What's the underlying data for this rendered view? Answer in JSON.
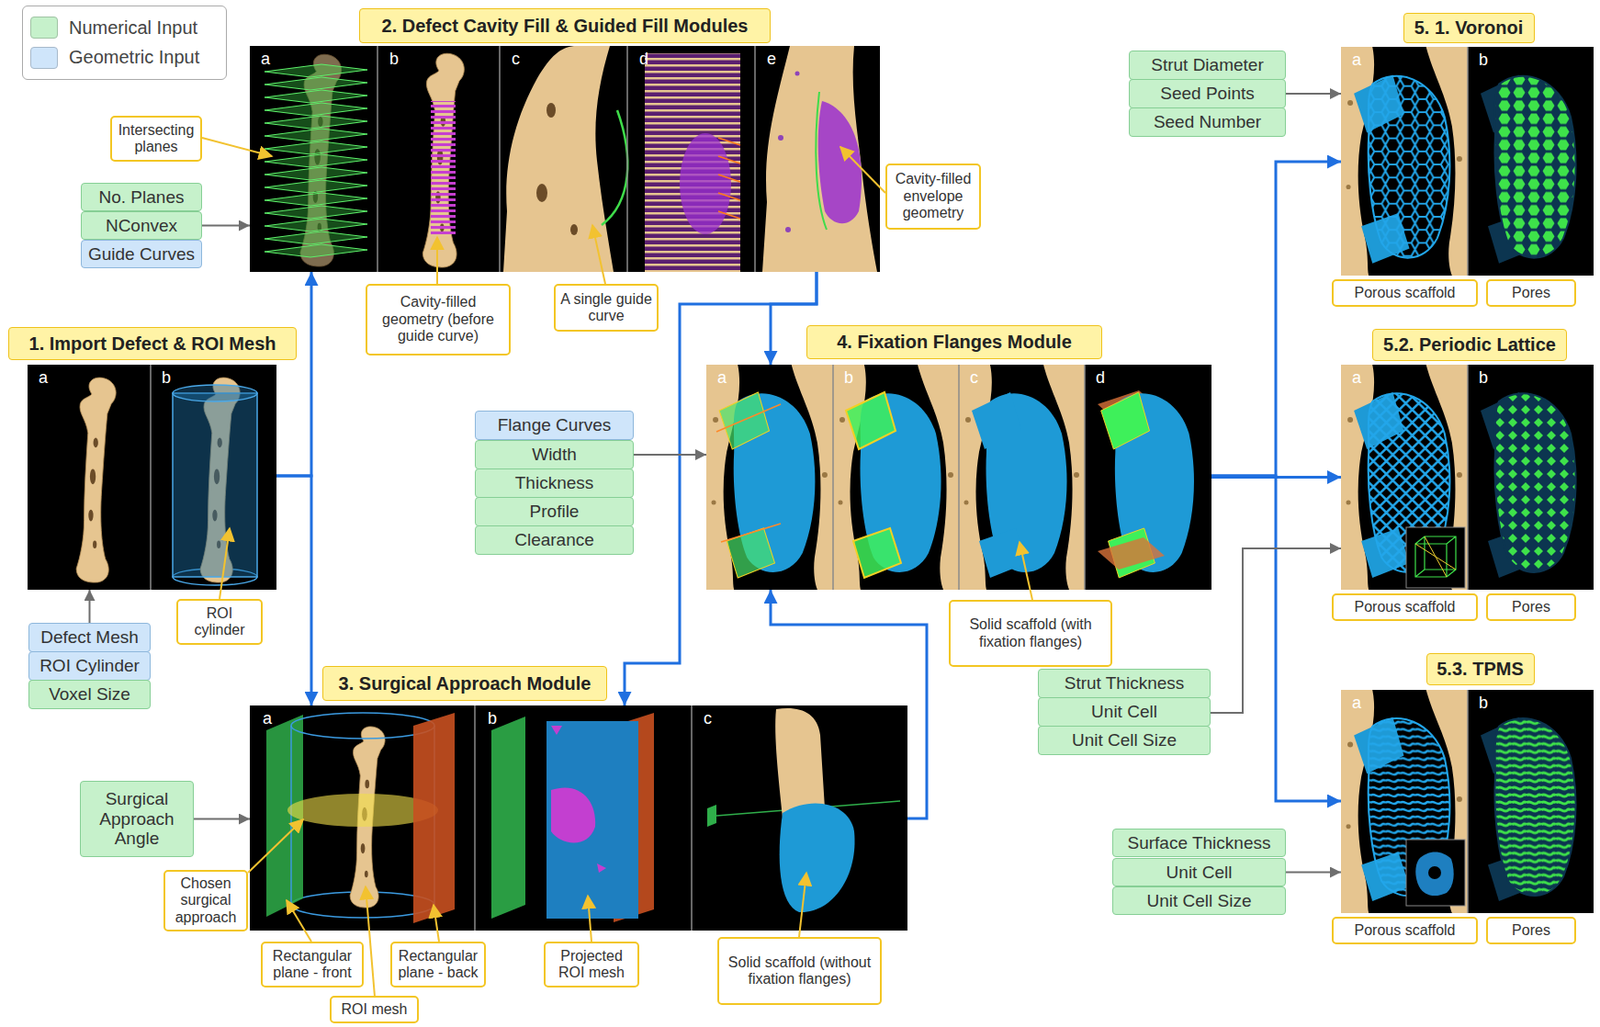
{
  "diagram": {
    "nodes": [
      {
        "text": [
          "2. Defect Cavity Fill & Guided Fill Modules"
        ]
      },
      {
        "text": [
          "a",
          "b",
          "c",
          "d",
          "e"
        ]
      },
      {
        "text": [
          "Intersecting planes"
        ]
      },
      {
        "text": [
          "No. Planes"
        ]
      },
      {
        "text": [
          "NConvex"
        ]
      },
      {
        "text": [
          "Guide Curves"
        ]
      },
      {
        "text": [
          "Cavity-filled geometry (before guide curve)"
        ]
      },
      {
        "text": [
          "A single guide curve"
        ]
      },
      {
        "text": [
          "Cavity-filled envelope geometry"
        ]
      },
      {
        "text": [
          "5. 1. Voronoi"
        ]
      },
      {
        "text": [
          "Strut Diameter"
        ]
      },
      {
        "text": [
          "Seed Points"
        ]
      },
      {
        "text": [
          "Seed Number"
        ]
      },
      {
        "text": [
          "a",
          "b"
        ]
      },
      {
        "text": [
          "Porous scaffold"
        ]
      },
      {
        "text": [
          "Pores"
        ]
      },
      {
        "text": [
          "1. Import Defect & ROI Mesh"
        ]
      },
      {
        "text": [
          "a",
          "b"
        ]
      },
      {
        "text": [
          "ROI cylinder"
        ]
      },
      {
        "text": [
          "Defect Mesh"
        ]
      },
      {
        "text": [
          "ROI Cylinder"
        ]
      },
      {
        "text": [
          "Voxel Size"
        ]
      },
      {
        "text": [
          "4. Fixation Flanges Module"
        ]
      },
      {
        "text": [
          "a",
          "b",
          "c",
          "d"
        ]
      },
      {
        "text": [
          "Flange Curves"
        ]
      },
      {
        "text": [
          "Width"
        ]
      },
      {
        "text": [
          "Thickness"
        ]
      },
      {
        "text": [
          "Profile"
        ]
      },
      {
        "text": [
          "Clearance"
        ]
      },
      {
        "text": [
          "Solid scaffold (with fixation flanges)"
        ]
      },
      {
        "text": [
          "5.2. Periodic Lattice"
        ]
      },
      {
        "text": [
          "a",
          "b"
        ]
      },
      {
        "text": [
          "Porous scaffold"
        ]
      },
      {
        "text": [
          "Pores"
        ]
      },
      {
        "text": [
          "Strut Thickness"
        ]
      },
      {
        "text": [
          "Unit Cell"
        ]
      },
      {
        "text": [
          "Unit Cell Size"
        ]
      },
      {
        "text": [
          "3. Surgical Approach Module"
        ]
      },
      {
        "text": [
          "a",
          "b",
          "c"
        ]
      },
      {
        "text": [
          "Surgical Approach Angle"
        ]
      },
      {
        "text": [
          "Chosen surgical approach"
        ]
      },
      {
        "text": [
          "Rectangular plane - front"
        ]
      },
      {
        "text": [
          "ROI mesh"
        ]
      },
      {
        "text": [
          "Rectangular plane - back"
        ]
      },
      {
        "text": [
          "Projected ROI mesh"
        ]
      },
      {
        "text": [
          "Solid scaffold (without fixation flanges)"
        ]
      },
      {
        "text": [
          "5.3. TPMS"
        ]
      },
      {
        "text": [
          "a",
          "b"
        ]
      },
      {
        "text": [
          "Porous scaffold"
        ]
      },
      {
        "text": [
          "Pores"
        ]
      },
      {
        "text": [
          "Surface Thickness"
        ]
      },
      {
        "text": [
          "Unit Cell"
        ]
      },
      {
        "text": [
          "Unit Cell Size"
        ]
      }
    ],
    "edges": [
      {
        "from": 4,
        "to": 1,
        "arrow": "to"
      },
      {
        "from": 19,
        "to": 17,
        "arrow": "to"
      },
      {
        "from": 17,
        "to": 1,
        "arrow": "to"
      },
      {
        "from": 17,
        "to": 38,
        "arrow": "to"
      },
      {
        "from": 1,
        "to": 38,
        "arrow": "to"
      },
      {
        "from": 1,
        "to": 23,
        "arrow": "to"
      },
      {
        "from": 38,
        "to": 23,
        "arrow": "to"
      },
      {
        "from": 25,
        "to": 23,
        "arrow": "to"
      },
      {
        "from": 39,
        "to": 38,
        "arrow": "to"
      },
      {
        "from": 23,
        "to": 13,
        "arrow": "to"
      },
      {
        "from": 23,
        "to": 31,
        "arrow": "to"
      },
      {
        "from": 23,
        "to": 47,
        "arrow": "to"
      },
      {
        "from": 11,
        "to": 13,
        "arrow": "to"
      },
      {
        "from": 35,
        "to": 31,
        "arrow": "to"
      },
      {
        "from": 51,
        "to": 47,
        "arrow": "to"
      }
    ],
    "legend": [
      {
        "text": "Numerical Input",
        "color": "#c6f1cb"
      },
      {
        "text": "Geometric Input",
        "color": "#cfe5fa"
      }
    ]
  }
}
